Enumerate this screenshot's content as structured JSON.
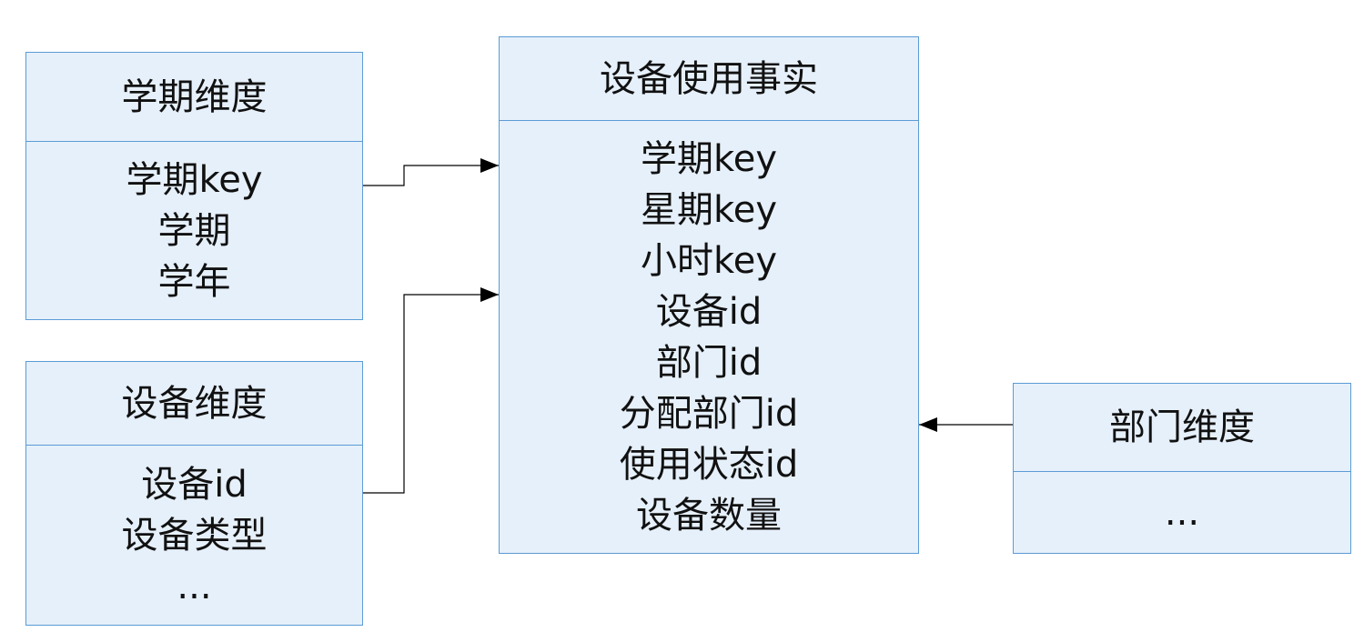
{
  "semester_dimension": {
    "title": "学期维度",
    "fields": [
      "学期key",
      "学期",
      "学年"
    ]
  },
  "device_dimension": {
    "title": "设备维度",
    "fields": [
      "设备id",
      "设备类型",
      "..."
    ]
  },
  "fact_table": {
    "title": "设备使用事实",
    "fields": [
      "学期key",
      "星期key",
      "小时key",
      "设备id",
      "部门id",
      "分配部门id",
      "使用状态id",
      "设备数量"
    ]
  },
  "department_dimension": {
    "title": "部门维度",
    "fields": [
      "..."
    ]
  },
  "colors": {
    "box_fill": "#e6f0fa",
    "box_border": "#5b9bd5",
    "connector": "#000000"
  }
}
